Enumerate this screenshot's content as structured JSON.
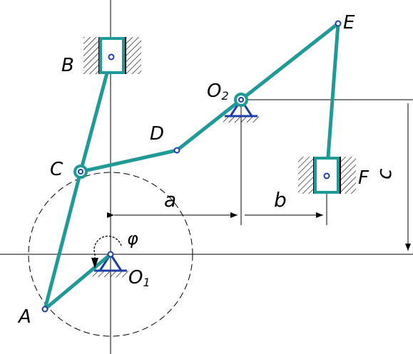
{
  "colors": {
    "link": "#1f9a96",
    "support": "#1f3fa6",
    "line": "#000000",
    "hatch": "#000000"
  },
  "labels": {
    "B": "B",
    "E": "E",
    "O2": "O",
    "O2_sub": "2",
    "D": "D",
    "C": "C",
    "F": "F",
    "a": "a",
    "b": "b",
    "c": "c",
    "phi": "φ",
    "O1": "O",
    "O1_sub": "1",
    "A": "A"
  }
}
